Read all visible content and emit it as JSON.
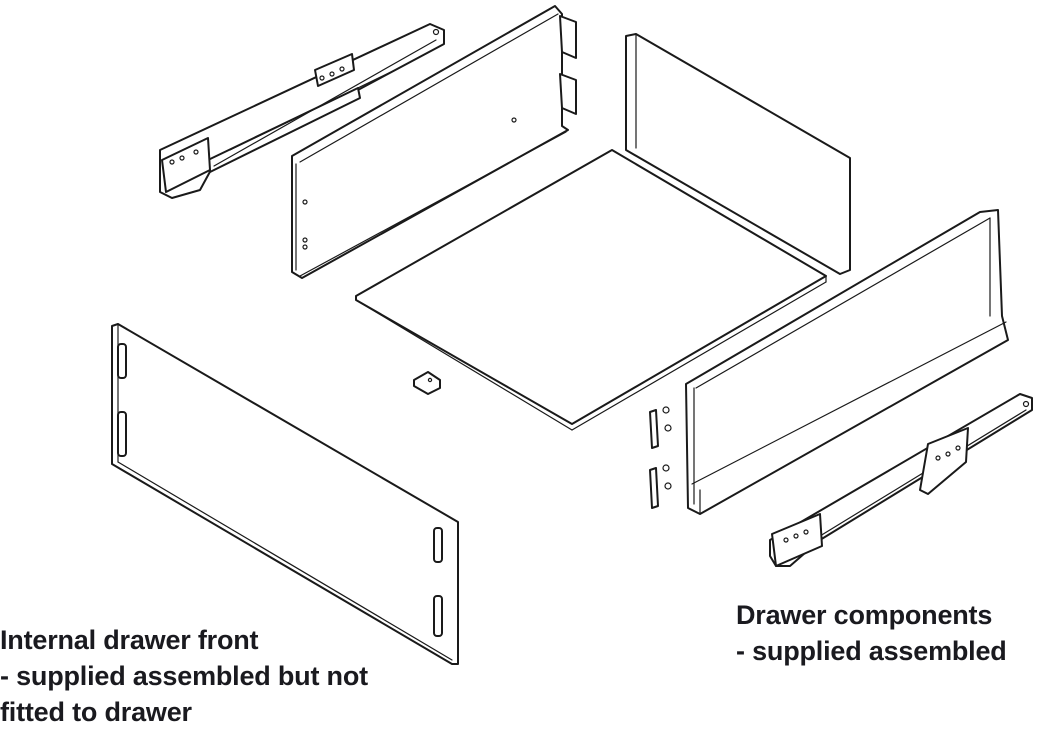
{
  "diagram": {
    "title": "Exploded view of drawer assembly",
    "parts": [
      "Left runner",
      "Left drawer side",
      "Drawer back panel",
      "Drawer bottom",
      "Right drawer side",
      "Right runner",
      "Internal drawer front",
      "Front fixing bracket",
      "Front fixing brackets with screws"
    ]
  },
  "labels": {
    "internal_front": {
      "line1": "Internal drawer front",
      "line2": "- supplied assembled but not",
      "line3": "fitted to drawer"
    },
    "drawer_components": {
      "line1": "Drawer components",
      "line2": "- supplied assembled"
    }
  }
}
